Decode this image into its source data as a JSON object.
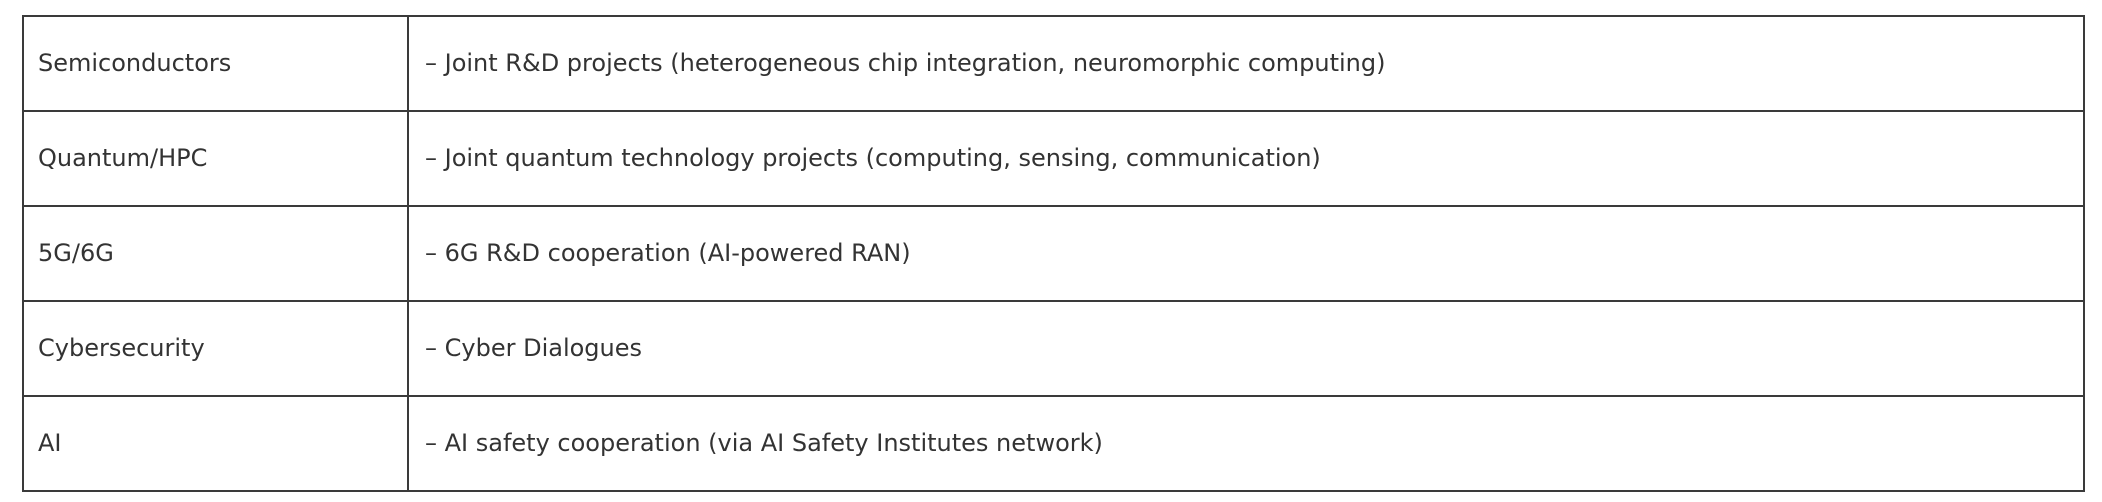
{
  "table": {
    "rows": [
      {
        "area": "Semiconductors",
        "actions": "– Joint R&D projects (heterogeneous chip integration, neuromorphic computing)"
      },
      {
        "area": "Quantum/HPC",
        "actions": "– Joint quantum technology projects (computing, sensing, communication)"
      },
      {
        "area": "5G/6G",
        "actions": "– 6G R&D cooperation (AI-powered RAN)"
      },
      {
        "area": "Cybersecurity",
        "actions": "– Cyber Dialogues"
      },
      {
        "area": "AI",
        "actions": "– AI safety cooperation (via AI Safety Institutes network)"
      }
    ]
  }
}
